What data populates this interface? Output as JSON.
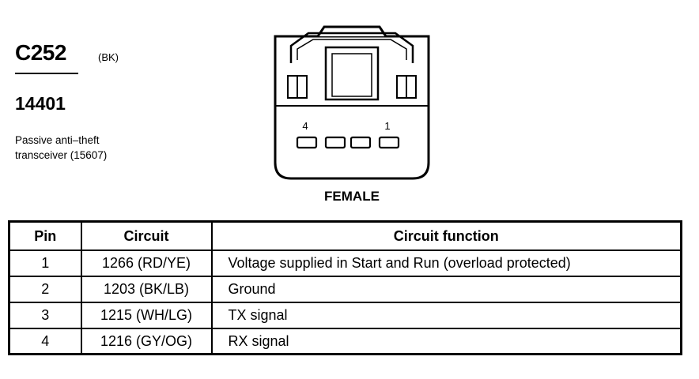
{
  "connector": {
    "id": "C252",
    "color": "(BK)",
    "part_number": "14401",
    "description_lines": [
      "Passive anti–theft",
      "transceiver (15607)"
    ],
    "gender": "FEMALE",
    "cavity_labels": {
      "left": "4",
      "right": "1"
    }
  },
  "table": {
    "headers": {
      "pin": "Pin",
      "circuit": "Circuit",
      "function": "Circuit function"
    },
    "rows": [
      {
        "pin": "1",
        "circuit": "1266 (RD/YE)",
        "function": "Voltage supplied in Start and Run (overload protected)"
      },
      {
        "pin": "2",
        "circuit": "1203 (BK/LB)",
        "function": "Ground"
      },
      {
        "pin": "3",
        "circuit": "1215 (WH/LG)",
        "function": "TX signal"
      },
      {
        "pin": "4",
        "circuit": "1216 (GY/OG)",
        "function": "RX signal"
      }
    ]
  }
}
